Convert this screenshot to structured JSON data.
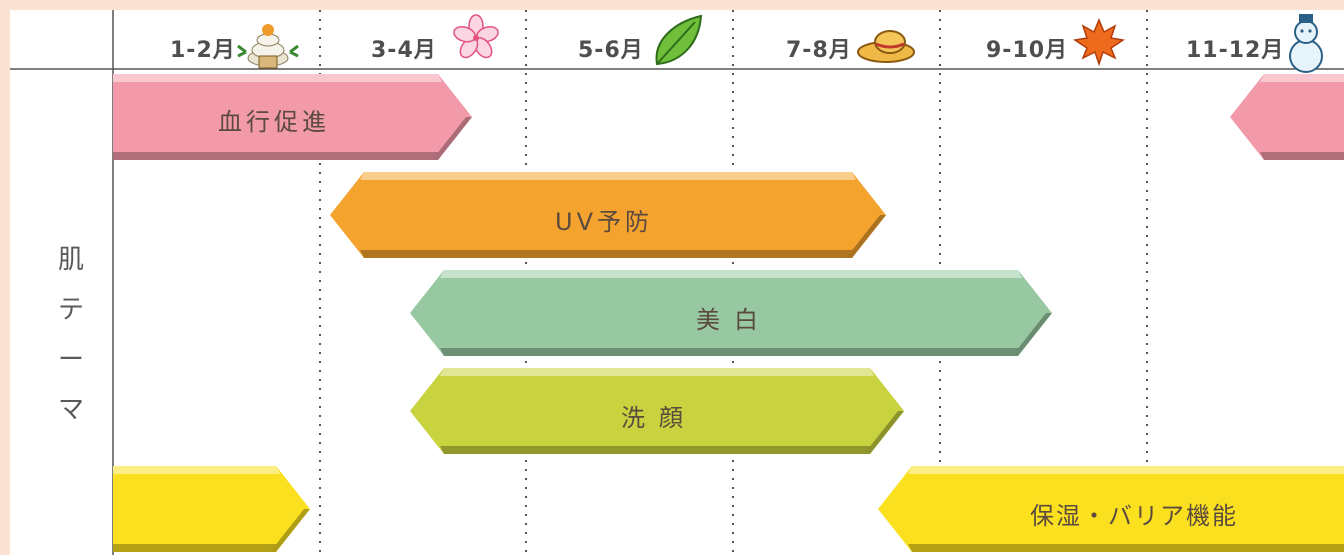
{
  "header": {
    "months": [
      {
        "label": "1-2月",
        "icon": "kagami-mochi-icon"
      },
      {
        "label": "3-4月",
        "icon": "cherry-blossom-icon"
      },
      {
        "label": "5-6月",
        "icon": "green-leaf-icon"
      },
      {
        "label": "7-8月",
        "icon": "straw-hat-icon"
      },
      {
        "label": "9-10月",
        "icon": "maple-leaf-icon"
      },
      {
        "label": "11-12月",
        "icon": "snowman-icon"
      }
    ]
  },
  "row_label": "肌テーマ",
  "bars": [
    {
      "label": "血行促進",
      "color": "#f39aaa"
    },
    {
      "label": "UV予防",
      "color": "#f4a42e"
    },
    {
      "label": "美白",
      "color": "#98c8a2"
    },
    {
      "label": "洗顔",
      "color": "#c9d23f"
    },
    {
      "label": "保湿・バリア機能",
      "color": "#fbe01f"
    }
  ],
  "colors": {
    "background": "#fbe3d3",
    "panel": "#ffffff",
    "grid_line": "#555555"
  }
}
